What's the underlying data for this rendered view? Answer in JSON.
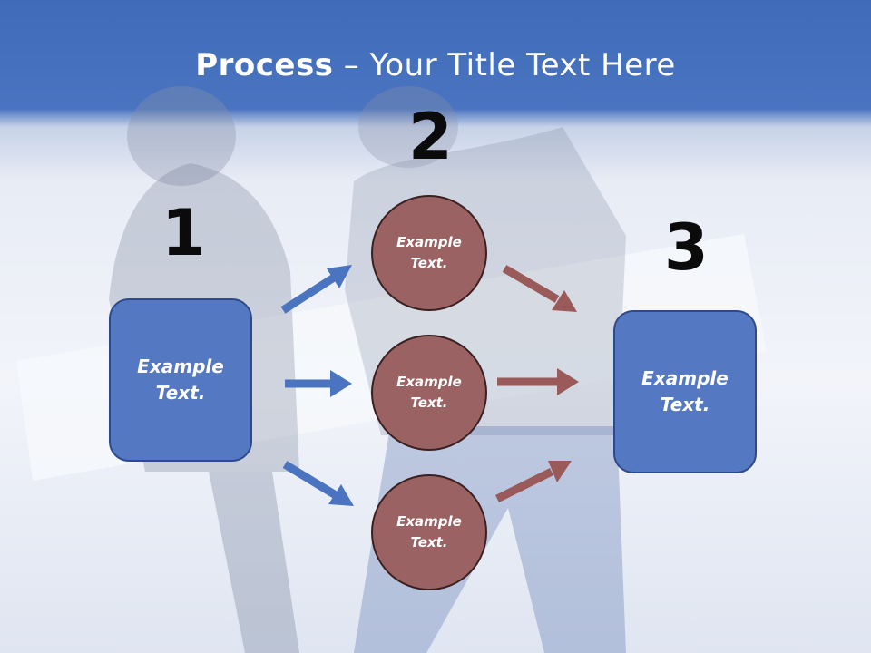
{
  "title": {
    "bold": "Process",
    "rest": " – Your Title Text Here"
  },
  "steps": {
    "one": "1",
    "two": "2",
    "three": "3"
  },
  "left_box": {
    "text": "Example\nText."
  },
  "circles": [
    {
      "text": "Example\nText."
    },
    {
      "text": "Example\nText."
    },
    {
      "text": "Example\nText."
    }
  ],
  "right_box": {
    "text": "Example\nText."
  },
  "colors": {
    "header_blue": "#4a74c0",
    "box_blue": "#5578c2",
    "circle_brown": "#9a6262",
    "arrow_blue": "#4a74c0",
    "arrow_brown": "#9a5a5a"
  }
}
